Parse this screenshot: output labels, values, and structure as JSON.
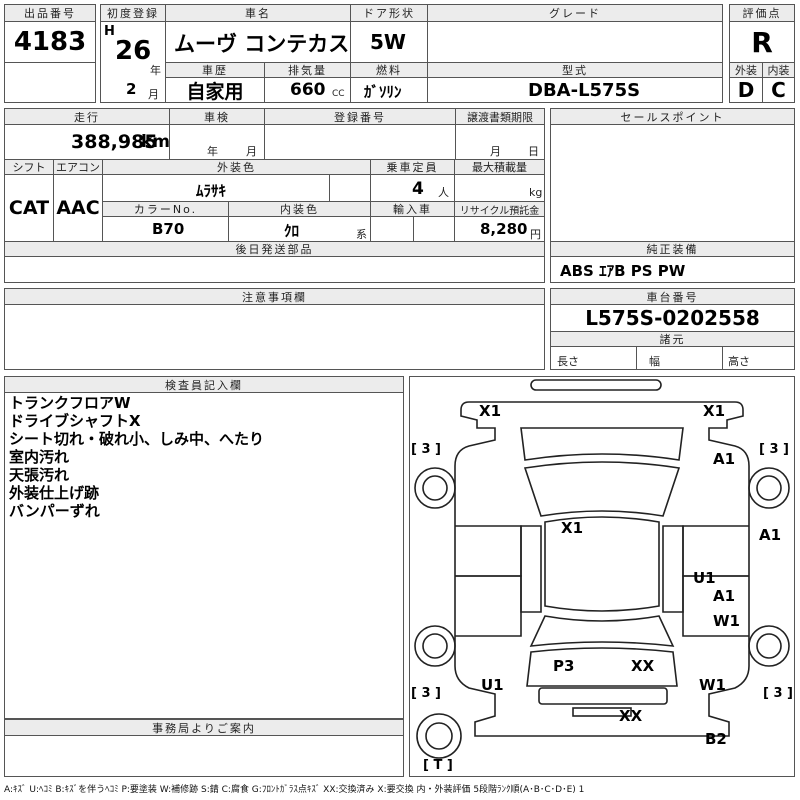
{
  "header": {
    "lot_label": "出品番号",
    "lot_no": "4183",
    "first_reg_label": "初度登録",
    "era": "H",
    "year": "26",
    "year_unit": "年",
    "month": "2",
    "month_unit": "月",
    "car_name_label": "車名",
    "car_name": "ムーヴ コンテカスタム",
    "door_label": "ドア形状",
    "door": "5W",
    "grade_label": "グレード",
    "grade": "",
    "score_label": "評価点",
    "score": "R",
    "history_label": "車歴",
    "history": "自家用",
    "displacement_label": "排気量",
    "displacement": "660",
    "displacement_unit": "CC",
    "fuel_label": "燃料",
    "fuel": "ｶﾞｿﾘﾝ",
    "model_label": "型式",
    "model": "DBA-L575S",
    "exterior_label": "外装",
    "exterior": "D",
    "interior_label": "内装",
    "interior": "C"
  },
  "details": {
    "mileage_label": "走行",
    "mileage": "388,985",
    "mileage_unit": "km",
    "inspection_label": "車検",
    "inspection_year_unit": "年",
    "inspection_month_unit": "月",
    "registration_label": "登録番号",
    "transfer_label": "譲渡書類期限",
    "transfer_month_unit": "月",
    "transfer_day_unit": "日",
    "shift_label": "シフト",
    "shift": "CAT",
    "ac_label": "エアコン",
    "ac": "AAC",
    "color_label": "外装色",
    "color": "ﾑﾗｻｷ",
    "capacity_label": "乗車定員",
    "capacity": "4",
    "capacity_unit": "人",
    "max_load_label": "最大積載量",
    "max_load_unit": "kg",
    "color_no_label": "カラーNo.",
    "color_no": "B70",
    "interior_color_label": "内装色",
    "interior_color": "ｸﾛ",
    "interior_color_unit": "系",
    "import_label": "輸入車",
    "recycle_label": "リサイクル預託金",
    "recycle": "8,280",
    "recycle_unit": "円",
    "later_parts_label": "後日発送部品"
  },
  "sales_points": {
    "label": "セールスポイント"
  },
  "equipment": {
    "label": "純正装備",
    "items": "ABS ｴｱB PS PW"
  },
  "notes": {
    "label": "注意事項欄"
  },
  "chassis": {
    "label": "車台番号",
    "number": "L575S-0202558",
    "specs_label": "諸元",
    "length_label": "長さ",
    "width_label": "幅",
    "height_label": "高さ"
  },
  "inspector": {
    "label": "検査員記入欄",
    "lines": [
      "トランクフロアW",
      "ドライブシャフトX",
      "シート切れ・破れ小、しみ中、へたり",
      "室内汚れ",
      "天張汚れ",
      "外装仕上げ跡",
      "バンパーずれ"
    ]
  },
  "office": {
    "label": "事務局よりご案内"
  },
  "diagram": {
    "marks": {
      "x1_left": "X1",
      "x1_right": "X1",
      "a1_front_right": "A1",
      "x1_center": "X1",
      "a1_right_side": "A1",
      "u1_right": "U1",
      "a1_right_rear": "A1",
      "w1_right": "W1",
      "p3": "P3",
      "xx_top": "XX",
      "u1_rear_left": "U1",
      "w1_rear_right": "W1",
      "xx_bottom": "XX",
      "b2": "B2"
    },
    "brackets": {
      "front_left": "[ 3 ]",
      "front_right": "[ 3 ]",
      "rear_left": "[ 3 ]",
      "rear_right": "[ 3 ]",
      "tire": "[ T ]"
    }
  },
  "legend": "A:ｷｽﾞ U:ﾍｺﾐ B:ｷｽﾞを伴うﾍｺﾐ P:要塗装 W:補修跡 S:錆 C:腐食 G:ﾌﾛﾝﾄｶﾞﾗｽ点ｷｽﾞ XX:交換済み X:要交換 内・外装評価 5段階ﾗﾝｸ順(A･B･C･D･E) 1"
}
